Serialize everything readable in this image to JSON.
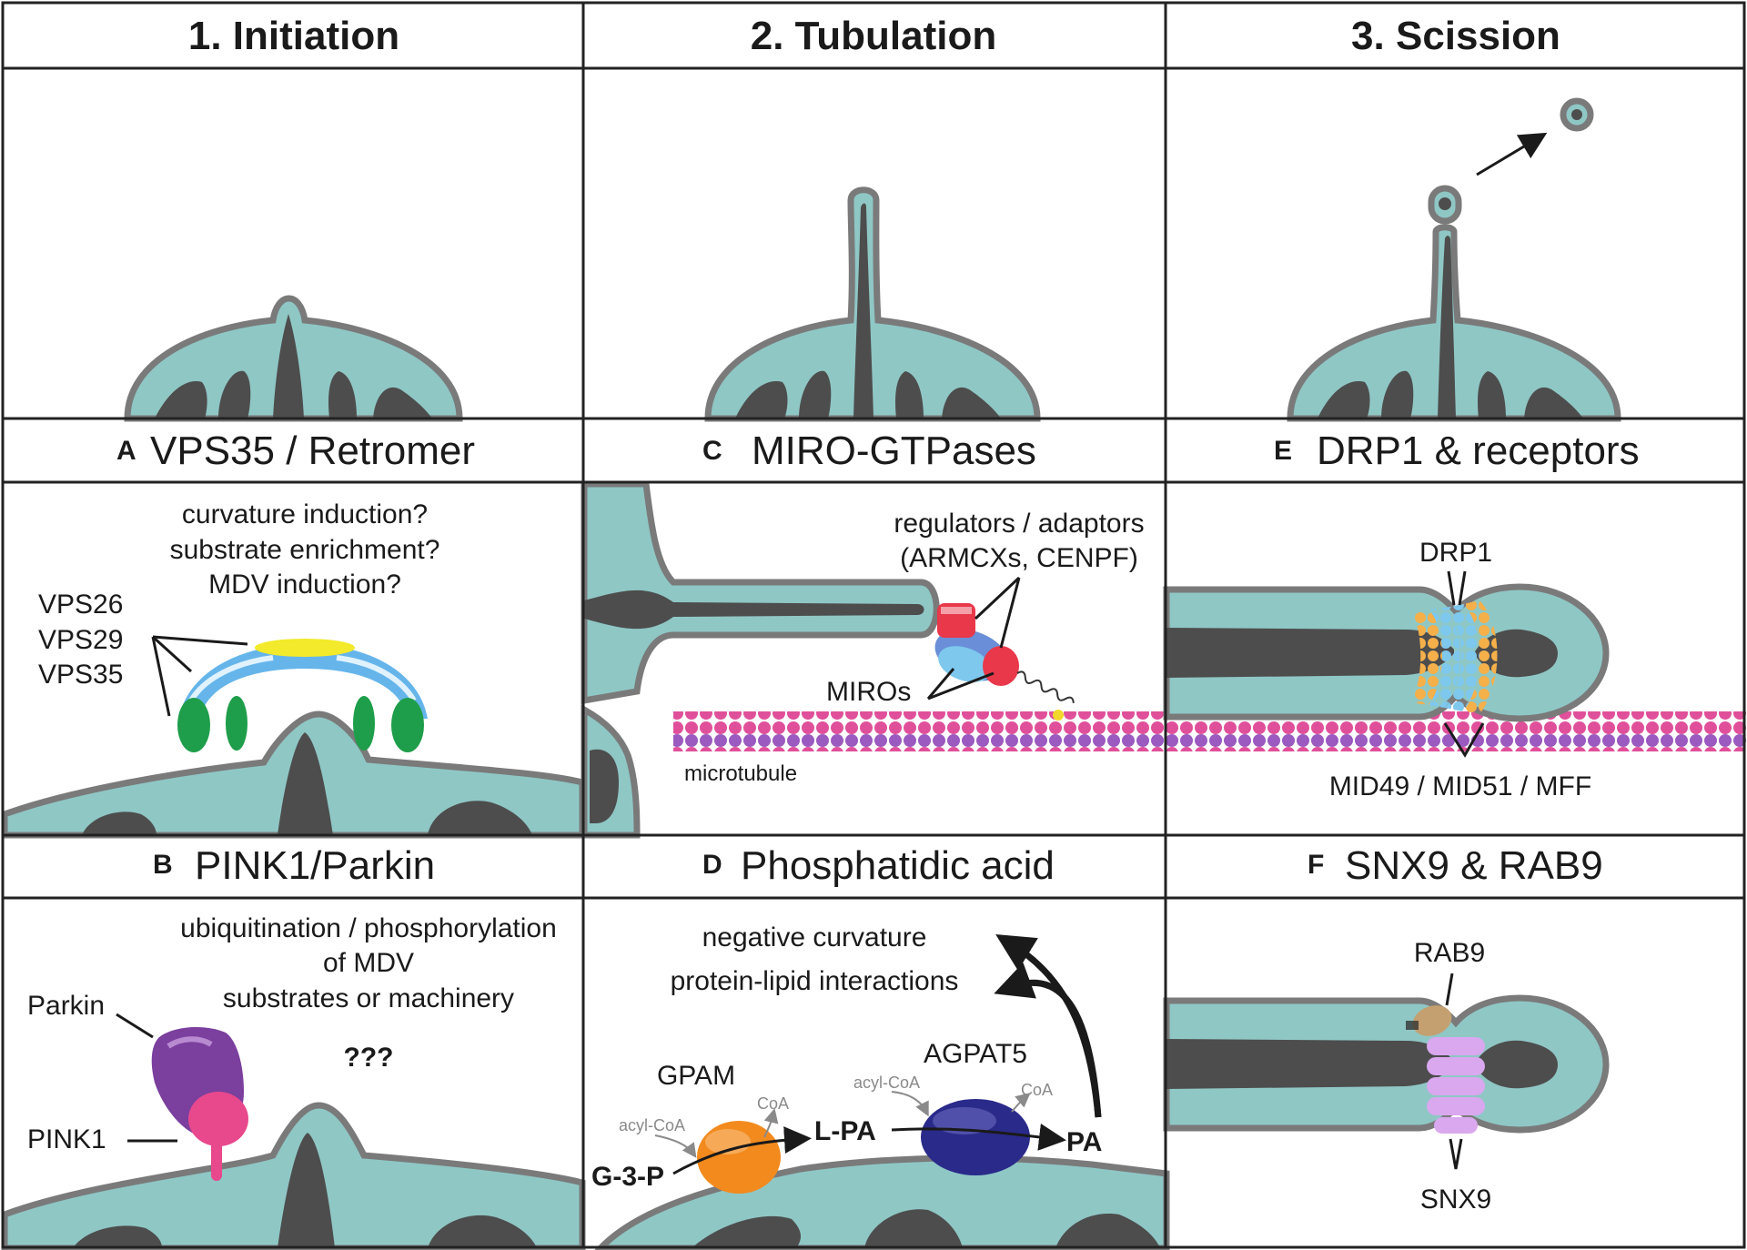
{
  "stages": [
    {
      "label": "1. Initiation"
    },
    {
      "label": "2. Tubulation"
    },
    {
      "label": "3. Scission"
    }
  ],
  "panels": {
    "A": {
      "letter": "A",
      "title": "VPS35 / Retromer",
      "questions": [
        "curvature induction?",
        "substrate enrichment?",
        "MDV induction?"
      ],
      "subunits": [
        "VPS26",
        "VPS29",
        "VPS35"
      ]
    },
    "B": {
      "letter": "B",
      "title": "PINK1/Parkin",
      "text": [
        "ubiquitination / phosphorylation",
        "of MDV",
        "substrates or machinery"
      ],
      "unknown": "???",
      "parkin": "Parkin",
      "pink1": "PINK1"
    },
    "C": {
      "letter": "C",
      "title": "MIRO-GTPases",
      "regulators": [
        "regulators / adaptors",
        "(ARMCXs, CENPF)"
      ],
      "miros": "MIROs",
      "microtubule": "microtubule"
    },
    "D": {
      "letter": "D",
      "title": "Phosphatidic acid",
      "effects": [
        "negative curvature",
        "protein-lipid interactions"
      ],
      "gpam": "GPAM",
      "agpat5": "AGPAT5",
      "g3p": "G-3-P",
      "lpa": "L-PA",
      "pa": "PA",
      "acyl_coa": "acyl-CoA",
      "coa": "CoA"
    },
    "E": {
      "letter": "E",
      "title": "DRP1 & receptors",
      "drp1": "DRP1",
      "receptors": "MID49 / MID51 / MFF"
    },
    "F": {
      "letter": "F",
      "title": "SNX9 & RAB9",
      "rab9": "RAB9",
      "snx9": "SNX9"
    }
  },
  "colors": {
    "membrane_fill": "#8fc7c5",
    "membrane_edge": "#7a7a7a",
    "matrix": "#4d4d4d",
    "retromer_green": "#1e9e4a",
    "retromer_blue": "#4aa8e8",
    "retromer_yellow": "#f2ea2a",
    "parkin_purple": "#7b3f9e",
    "pink1_pink": "#e8488c",
    "miro_red": "#e8384a",
    "miro_blue": "#6a8fd8",
    "microtubule_pink": "#e0509a",
    "microtubule_purple": "#7a4ab0",
    "gpam_orange": "#f28a1e",
    "agpat5_navy": "#2a2a8a",
    "drp1_orange": "#f5b04a",
    "drp1_blue": "#7ec8ee",
    "rab9_tan": "#c4a070",
    "snx9_lilac": "#d9a8ef"
  }
}
